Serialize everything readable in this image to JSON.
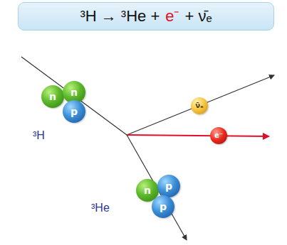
{
  "diagram": {
    "nodes": [
      {
        "text": [
          "³H → ³He +",
          "e⁻",
          "+ ν̄ₑ"
        ]
      },
      {
        "text": [
          "n"
        ]
      },
      {
        "text": [
          "n"
        ]
      },
      {
        "text": [
          "p"
        ]
      },
      {
        "text": [
          "ν̄ₑ"
        ]
      },
      {
        "text": [
          "e⁻"
        ]
      },
      {
        "text": [
          "n"
        ]
      },
      {
        "text": [
          "p"
        ]
      },
      {
        "text": [
          "p"
        ]
      }
    ],
    "labels": [
      "³H",
      "³He"
    ]
  }
}
